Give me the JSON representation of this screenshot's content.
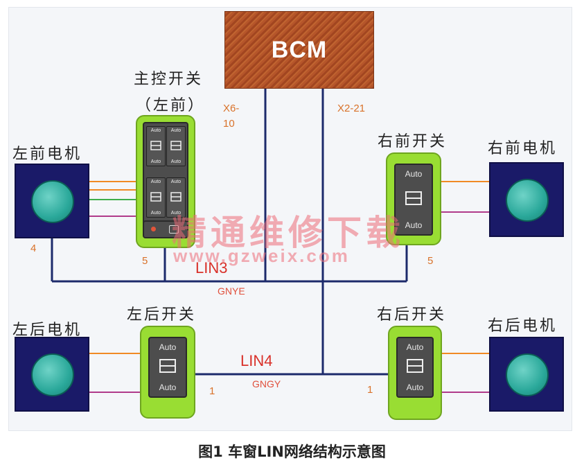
{
  "bcm": {
    "label": "BCM"
  },
  "connectors": {
    "left": "X6-\n10",
    "right": "X2-21"
  },
  "master_switch": {
    "title": "主控开关",
    "subtitle": "（左前）",
    "pin": "5"
  },
  "right_front_switch": {
    "title": "右前开关",
    "pin": "5"
  },
  "left_rear_switch": {
    "title": "左后开关",
    "pin": "1"
  },
  "right_rear_switch": {
    "title": "右后开关",
    "pin": "1"
  },
  "motors": {
    "left_front": {
      "title": "左前电机",
      "pin": "4"
    },
    "right_front": {
      "title": "右前电机"
    },
    "left_rear": {
      "title": "左后电机"
    },
    "right_rear": {
      "title": "右后电机"
    }
  },
  "bus": {
    "lin3": {
      "name": "LIN3",
      "wire": "GNYE"
    },
    "lin4": {
      "name": "LIN4",
      "wire": "GNGY"
    }
  },
  "switch_text": {
    "auto": "Auto"
  },
  "watermark": {
    "text": "精通维修下载",
    "url": "www.gzweix.com"
  },
  "caption": "图1 车窗LIN网络结构示意图",
  "colors": {
    "background_panel": "#f4f6f9",
    "bcm": "#b5552a",
    "motor_body": "#1a1a68",
    "motor_disc": "#2aa89a",
    "switch_body": "#99dd33",
    "bus_line": "#1c2a6b",
    "wire_orange": "#f08a24",
    "wire_green": "#3fae4a",
    "wire_purple": "#b03a8a",
    "label_orange": "#d9722a",
    "label_red": "#d9312a"
  }
}
